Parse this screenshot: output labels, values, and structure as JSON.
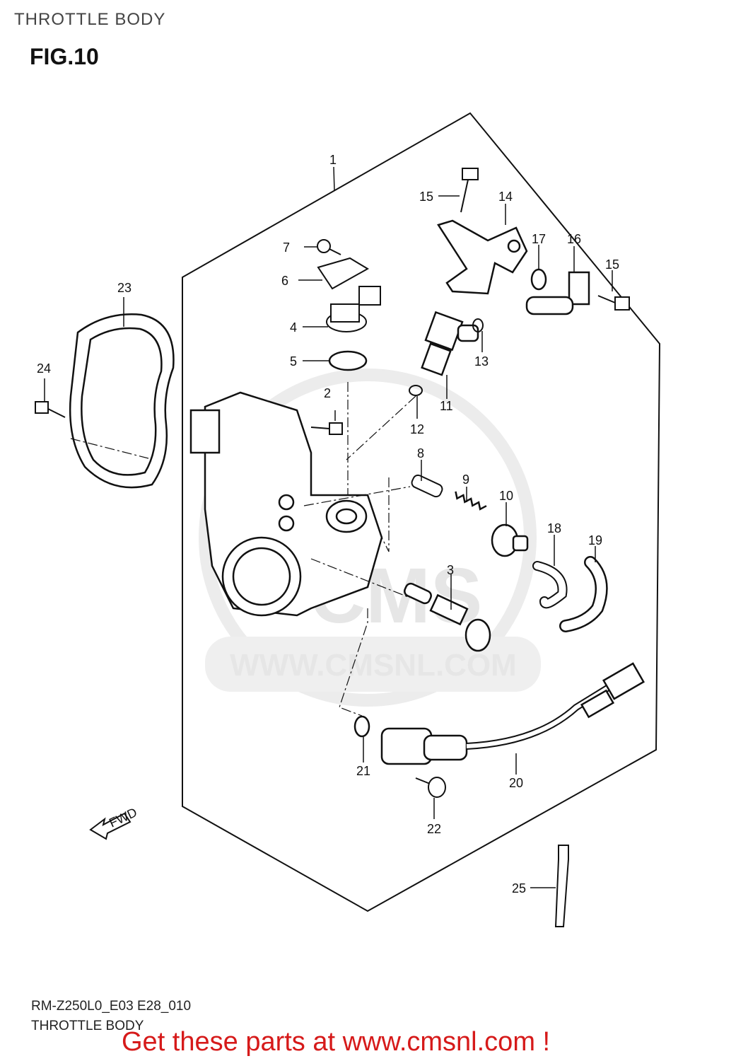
{
  "header": {
    "title": "THROTTLE BODY"
  },
  "figure": {
    "label": "FIG.10"
  },
  "diagram": {
    "watermark_logo": "CMS",
    "watermark_url": "WWW.CMSNL.COM",
    "fwd_label": "FWD",
    "callouts": {
      "c1": "1",
      "c2": "2",
      "c3": "3",
      "c4": "4",
      "c5": "5",
      "c6": "6",
      "c7": "7",
      "c8": "8",
      "c9": "9",
      "c10": "10",
      "c11": "11",
      "c12": "12",
      "c13": "13",
      "c14": "14",
      "c15a": "15",
      "c15b": "15",
      "c16": "16",
      "c17": "17",
      "c18": "18",
      "c19": "19",
      "c20": "20",
      "c21": "21",
      "c22": "22",
      "c23": "23",
      "c24": "24",
      "c25": "25"
    }
  },
  "footer": {
    "model_code": "RM-Z250L0_E03 E28_010",
    "title": "THROTTLE BODY",
    "promo": "Get these parts at www.cmsnl.com !"
  }
}
